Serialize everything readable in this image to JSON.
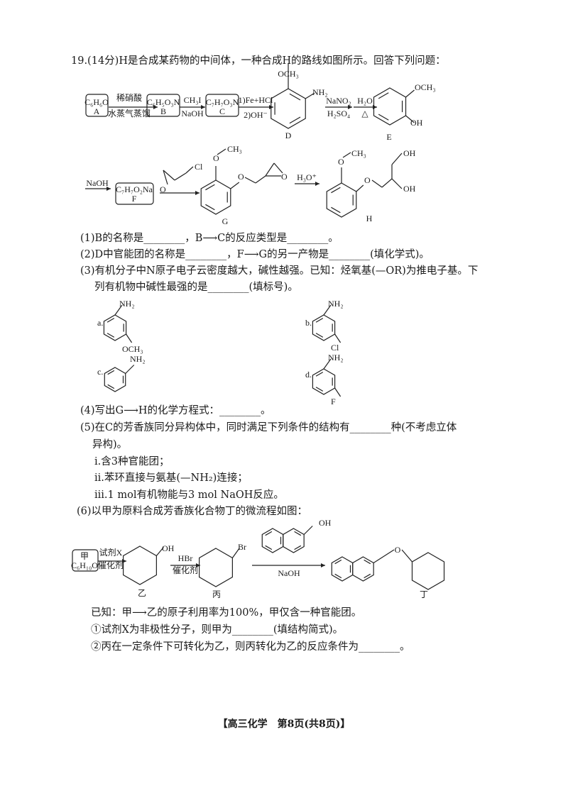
{
  "question": {
    "header": "19.(14分)H是合成某药物的中间体，一种合成H的路线如图所示。回答下列问题：",
    "q1": "(1)B的名称是________，B⟶C的反应类型是________。",
    "q2": "(2)D中官能团的名称是________，F⟶G的另一产物是________(填化学式)。",
    "q3_line1": "(3)有机分子中N原子电子云密度越大，碱性越强。已知：烃氧基(—OR)为推电子基。下",
    "q3_line2": "列有机物中碱性最强的是________(填标号)。",
    "q4": "(4)写出G⟶H的化学方程式：________。",
    "q5_line1": "(5)在C的芳香族同分异构体中，同时满足下列条件的结构有________种(不考虑立体",
    "q5_line2": "异构)。",
    "q5_cond1": "ⅰ.含3种官能团；",
    "q5_cond2": "ⅱ.苯环直接与氨基(—NH₂)连接；",
    "q5_cond3": "ⅲ.1 mol有机物能与3 mol NaOH反应。",
    "q6": "(6)以甲为原料合成芳香族化合物丁的微流程如图：",
    "known": "已知：甲⟶乙的原子利用率为100%，甲仅含一种官能团。",
    "q6_1": "①试剂X为非极性分子，则甲为________(填结构简式)。",
    "q6_2": "②丙在一定条件下可转化为乙，则丙转化为乙的反应条件为________。"
  },
  "scheme1": {
    "A_formula": "C₆H₆O",
    "A_label": "A",
    "r1_above": "稀硝酸",
    "r1_below": "水蒸气蒸馏",
    "B_formula": "C₆H₅O₃N",
    "B_label": "B",
    "r2_above": "CH₃I",
    "r2_below": "NaOH",
    "C_formula": "C₇H₇O₃N",
    "C_label": "C",
    "r3_above": "1)Fe+HCl",
    "r3_below": "2)OH⁻",
    "D_och3": "OCH₃",
    "D_nh2": "NH₂",
    "D_label": "D",
    "r4_above": "NaNO₂",
    "r4_below": "H₂SO₄",
    "r5_above": "H₂O",
    "r5_below": "△",
    "E_och3": "OCH₃",
    "E_oh": "OH",
    "E_label": "E"
  },
  "scheme2": {
    "r6_above": "NaOH",
    "F_formula": "C₇H₇O₂Na",
    "F_label": "F",
    "reagent_cl": "Cl",
    "reagent_o": "O",
    "G_o1": "O",
    "G_ch3": "CH₃",
    "G_o2": "O",
    "G_o3": "O",
    "G_label": "G",
    "r7_above": "H₃O⁺",
    "H_o1": "O",
    "H_ch3": "CH₃",
    "H_o2": "O",
    "H_oh1": "OH",
    "H_oh2": "OH",
    "H_label": "H"
  },
  "options": {
    "a_label": "a.",
    "a_nh2": "NH₂",
    "a_sub": "OCH₃",
    "b_label": "b.",
    "b_nh2": "NH₂",
    "b_sub": "Cl",
    "c_label": "c.",
    "c_nh2": "NH₂",
    "d_label": "d.",
    "d_nh2": "NH₂",
    "d_sub": "F"
  },
  "scheme3": {
    "jia_name": "甲",
    "jia_formula": "C₆H₁₀O",
    "r1_above": "试剂X",
    "r1_below": "催化剂",
    "yi_oh": "OH",
    "yi_label": "乙",
    "r2_above": "HBr",
    "r2_below": "催化剂",
    "bing_br": "Br",
    "bing_label": "丙",
    "naphthol_oh": "OH",
    "r3_below": "NaOH",
    "ding_o": "O",
    "ding_label": "丁"
  },
  "footer": "【高三化学　第8页(共8页)】"
}
